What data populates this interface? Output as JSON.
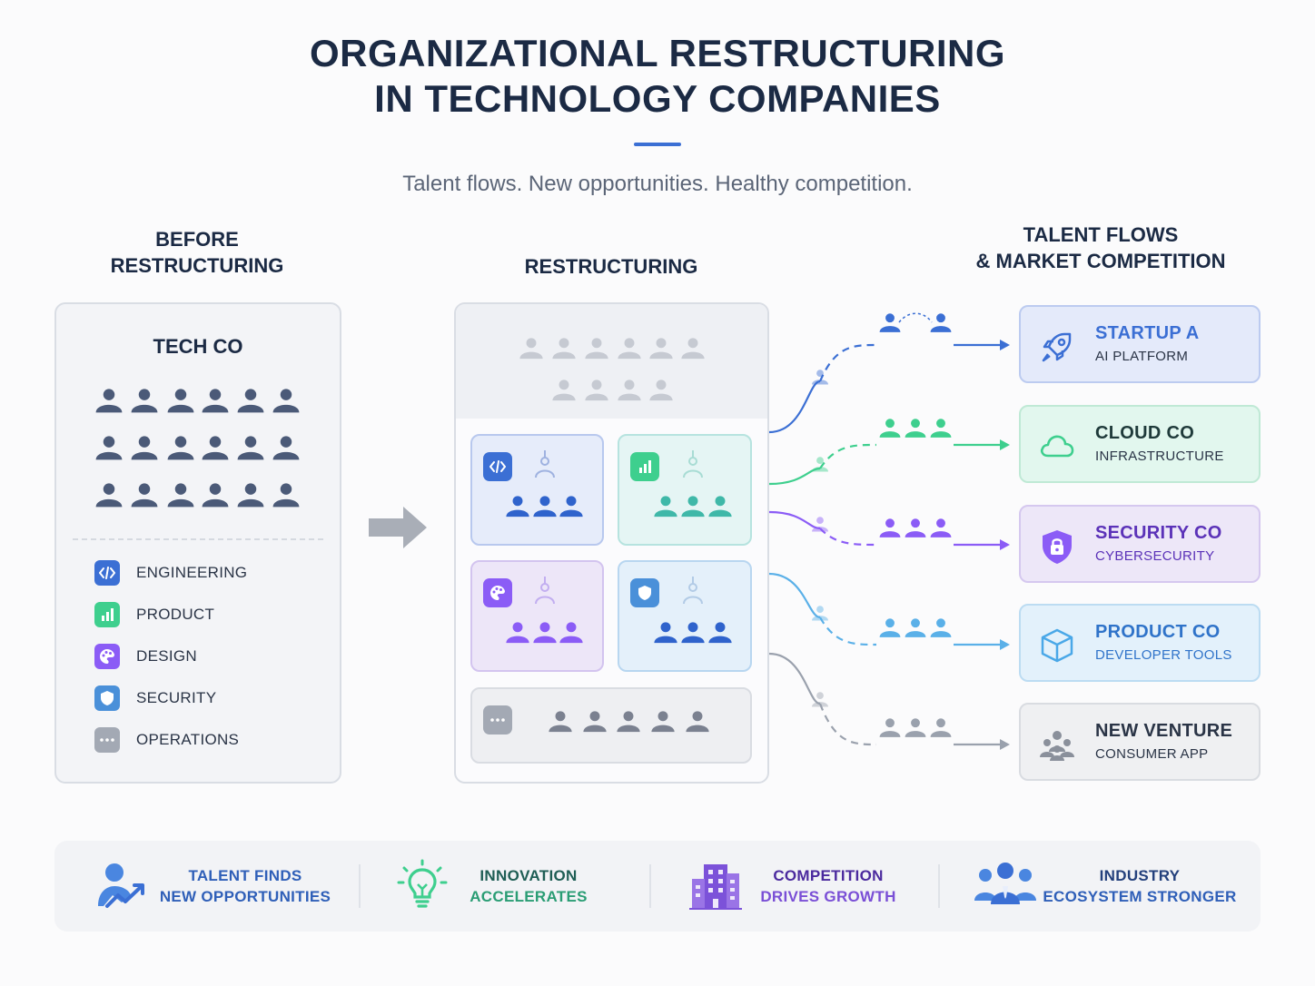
{
  "title": {
    "line1": "ORGANIZATIONAL RESTRUCTURING",
    "line2": "IN TECHNOLOGY COMPANIES"
  },
  "subtitle": "Talent flows. New opportunities. Healthy competition.",
  "columns": {
    "before": {
      "line1": "BEFORE",
      "line2": "RESTRUCTURING"
    },
    "middle": "RESTRUCTURING",
    "after": {
      "line1": "TALENT FLOWS",
      "line2": "& MARKET COMPETITION"
    }
  },
  "company": {
    "name": "TECH CO",
    "departments": [
      {
        "label": "ENGINEERING",
        "icon": "code-icon",
        "color": "#3b6fd4"
      },
      {
        "label": "PRODUCT",
        "icon": "bar-chart-icon",
        "color": "#3ecf8e"
      },
      {
        "label": "DESIGN",
        "icon": "palette-icon",
        "color": "#8b5cf6"
      },
      {
        "label": "SECURITY",
        "icon": "shield-icon",
        "color": "#4a90d9"
      },
      {
        "label": "OPERATIONS",
        "icon": "more-icon",
        "color": "#9aa1ad"
      }
    ]
  },
  "destinations": [
    {
      "name": "STARTUP A",
      "sub": "AI PLATFORM",
      "icon": "rocket-icon",
      "color": "#3b6fd4"
    },
    {
      "name": "CLOUD CO",
      "sub": "INFRASTRUCTURE",
      "icon": "cloud-icon",
      "color": "#3ecf8e"
    },
    {
      "name": "SECURITY CO",
      "sub": "CYBERSECURITY",
      "icon": "lock-shield-icon",
      "color": "#7c4ddb"
    },
    {
      "name": "PRODUCT CO",
      "sub": "DEVELOPER TOOLS",
      "icon": "cube-icon",
      "color": "#4aa8e8"
    },
    {
      "name": "NEW VENTURE",
      "sub": "CONSUMER APP",
      "icon": "people-icon",
      "color": "#6b7280"
    }
  ],
  "outcomes": [
    {
      "line1": "TALENT FINDS",
      "line2": "NEW OPPORTUNITIES",
      "icon": "person-growth-icon"
    },
    {
      "line1": "INNOVATION",
      "line2": "ACCELERATES",
      "icon": "lightbulb-icon"
    },
    {
      "line1": "COMPETITION",
      "line2": "DRIVES GROWTH",
      "icon": "building-icon"
    },
    {
      "line1": "INDUSTRY",
      "line2": "ECOSYSTEM STRONGER",
      "icon": "group-icon"
    }
  ]
}
